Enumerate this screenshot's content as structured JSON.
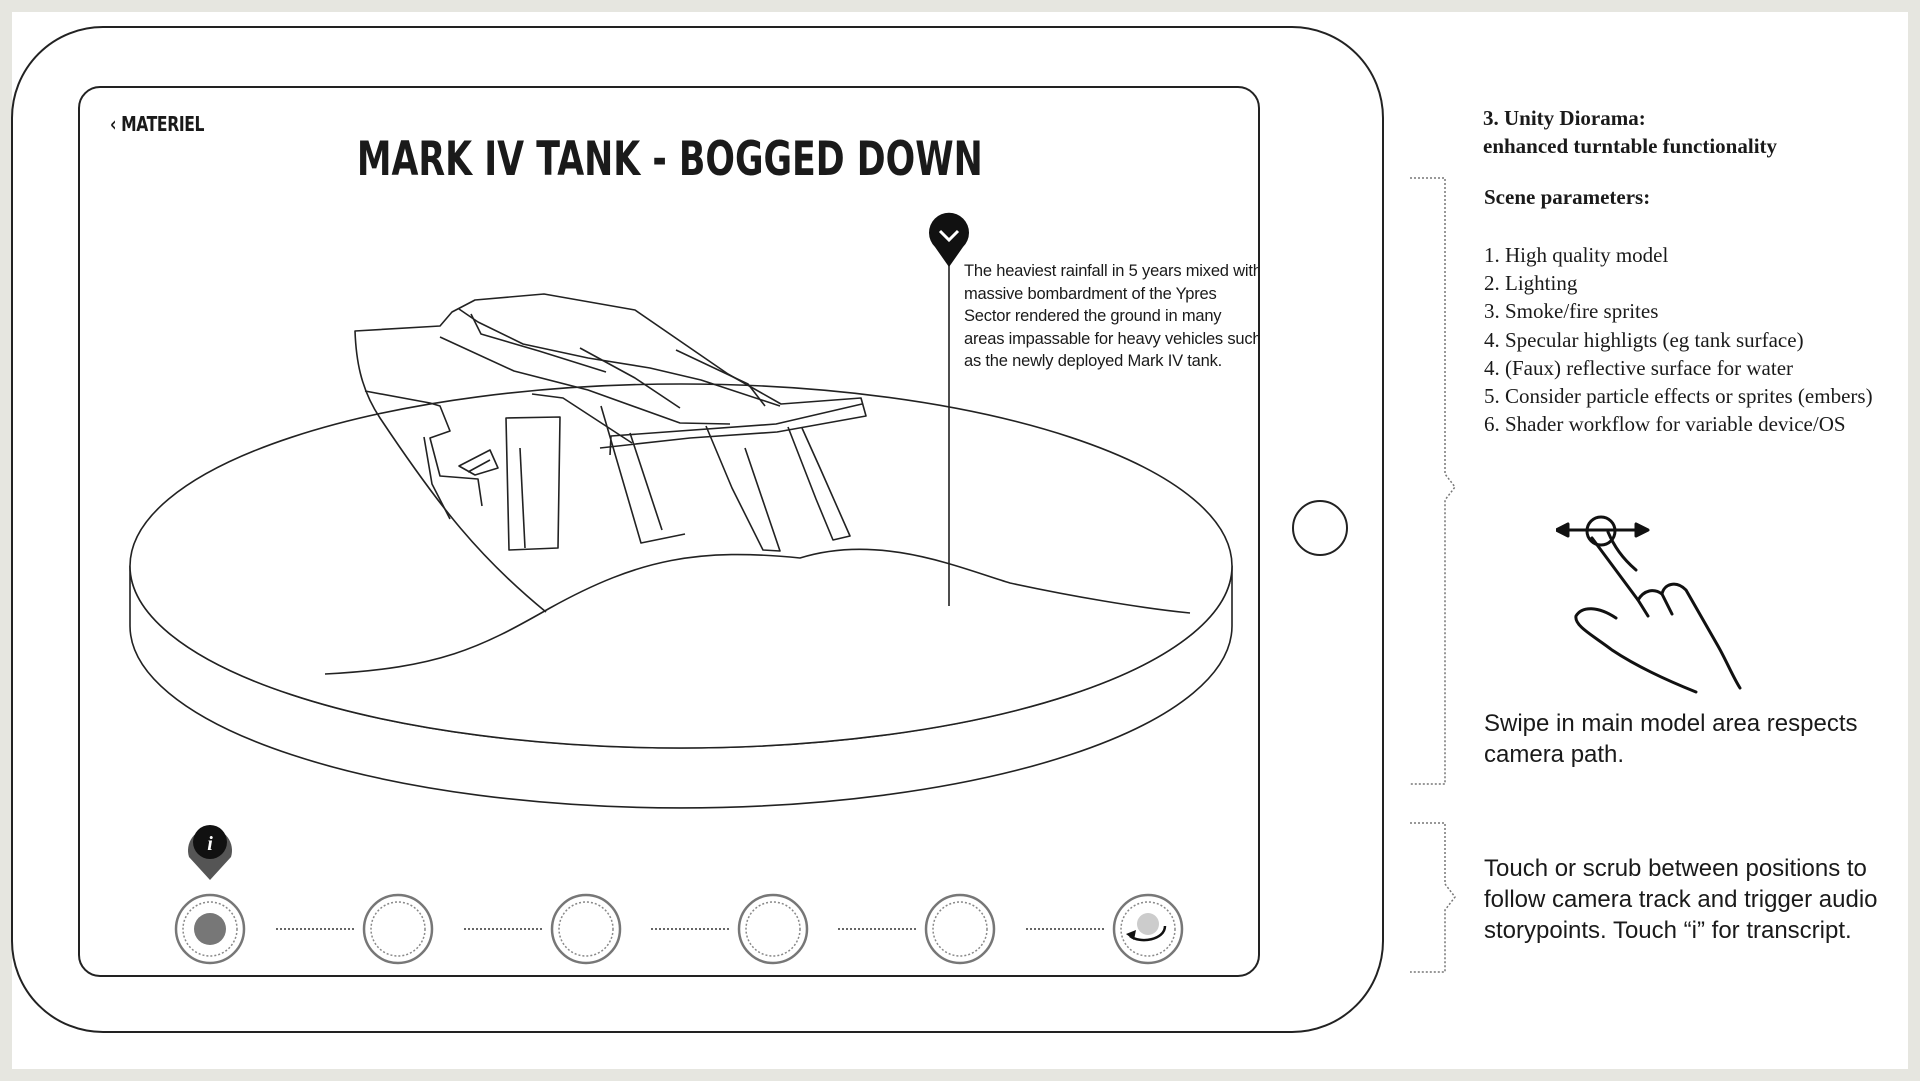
{
  "screen": {
    "back_link": "‹ MATERIEL",
    "title": "MARK IV TANK - BOGGED DOWN",
    "hotspot": {
      "icon": "chevron-down-icon",
      "text": "The heaviest rainfall in 5 years mixed with massive bombardment of the Ypres Sector rendered the ground in many areas impassable for heavy vehicles such as the newly deployed Mark IV tank."
    },
    "timeline": {
      "info_icon_label": "i",
      "positions": 6,
      "active_index": 0,
      "last_icon": "rotate-icon"
    }
  },
  "annotations": {
    "heading_line1": "3. Unity Diorama:",
    "heading_line2": "enhanced turntable functionality",
    "params_title": "Scene parameters:",
    "params": [
      "1. High quality model",
      "2. Lighting",
      "3. Smoke/fire sprites",
      "4. Specular highligts (eg tank surface)",
      "4. (Faux) reflective surface for water",
      "5. Consider particle effects or sprites (embers)",
      "6. Shader workflow for variable device/OS"
    ],
    "swipe_note": "Swipe in main model area respects camera path.",
    "touch_note": "Touch or scrub between positions to follow camera track and trigger audio storypoints. Touch “i”  for transcript.",
    "gesture_icon": "swipe-hand-icon"
  }
}
